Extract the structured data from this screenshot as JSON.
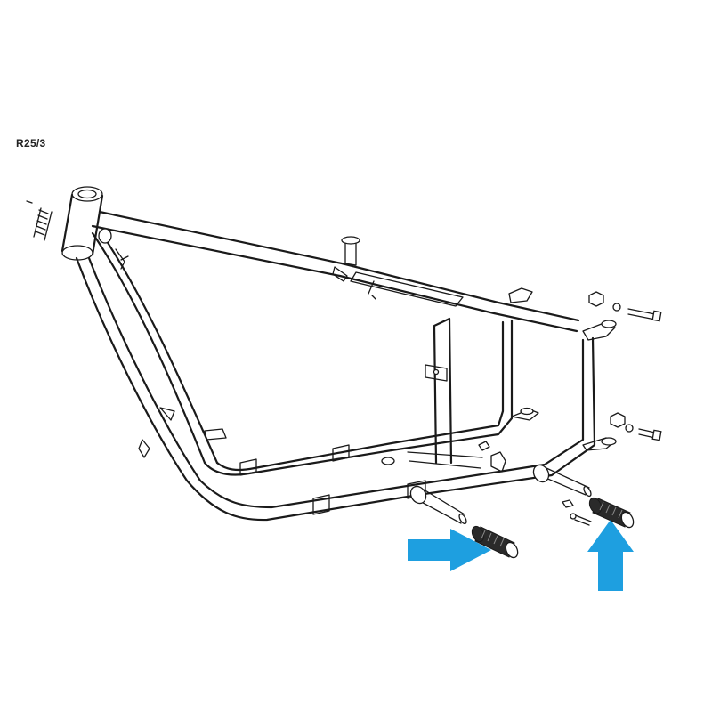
{
  "diagram": {
    "model_label": "R25/3",
    "highlight_color": "#1E9FE0",
    "line_color": "#1A1A1A",
    "background_color": "#FFFFFF",
    "highlighted_parts": [
      "left-footrest-rubber",
      "right-footrest-rubber"
    ]
  }
}
